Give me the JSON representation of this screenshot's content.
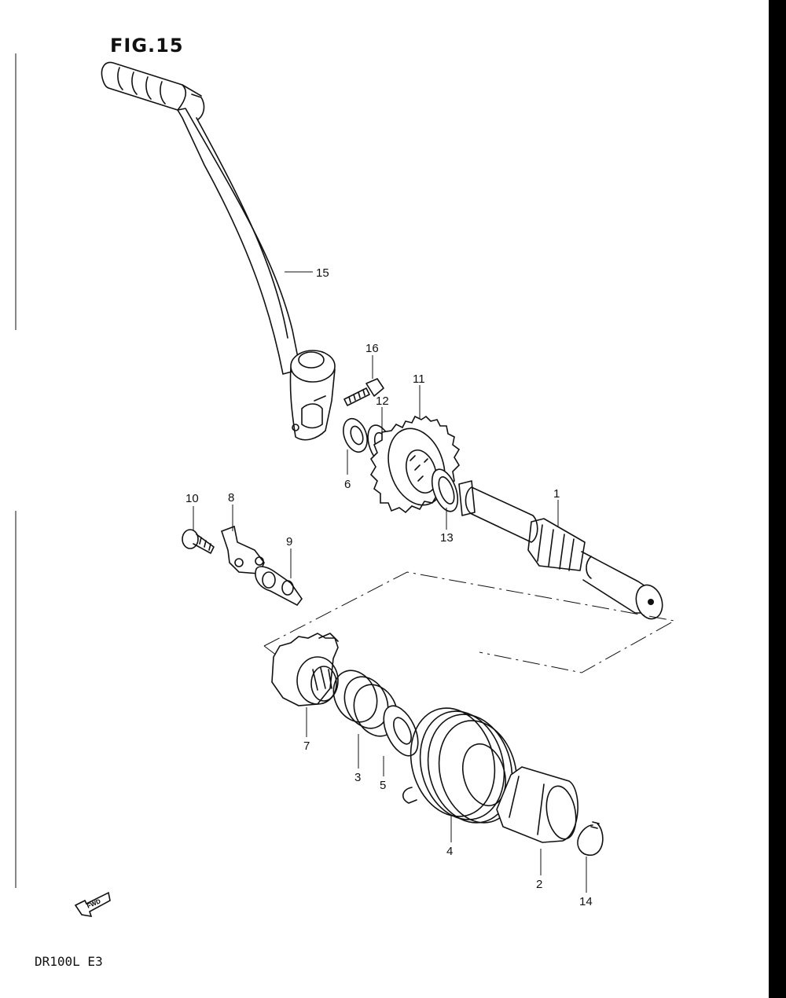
{
  "figure": {
    "title": "FIG.15",
    "model": "DR100L E3",
    "fwd": "FWD"
  },
  "callouts": [
    {
      "id": "c1",
      "label": "1"
    },
    {
      "id": "c2",
      "label": "2"
    },
    {
      "id": "c3",
      "label": "3"
    },
    {
      "id": "c4",
      "label": "4"
    },
    {
      "id": "c5",
      "label": "5"
    },
    {
      "id": "c6",
      "label": "6"
    },
    {
      "id": "c7",
      "label": "7"
    },
    {
      "id": "c8",
      "label": "8"
    },
    {
      "id": "c9",
      "label": "9"
    },
    {
      "id": "c10",
      "label": "10"
    },
    {
      "id": "c11",
      "label": "11"
    },
    {
      "id": "c12",
      "label": "12"
    },
    {
      "id": "c13",
      "label": "13"
    },
    {
      "id": "c14",
      "label": "14"
    },
    {
      "id": "c15",
      "label": "15"
    },
    {
      "id": "c16",
      "label": "16"
    }
  ]
}
